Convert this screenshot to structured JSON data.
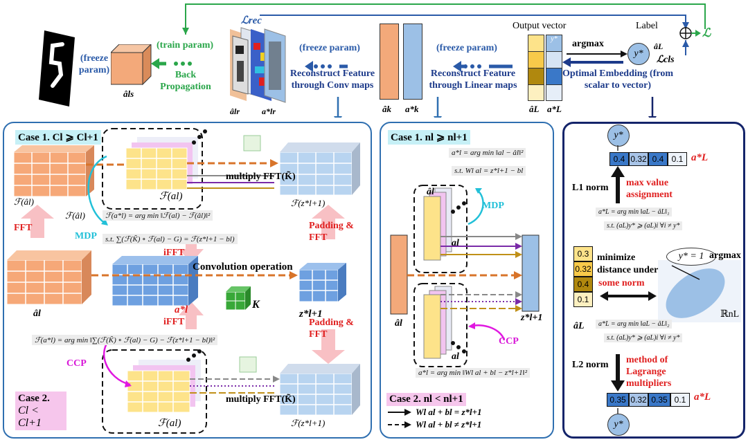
{
  "top": {
    "freeze_param_left": "(freeze param)",
    "train_param": "(train param)",
    "back_propagation": "Back Propagation",
    "freeze_param_mid": "(freeze param)",
    "reconstruct_conv": "Reconstruct Feature through Conv maps",
    "freeze_param_right": "(freeze param)",
    "reconstruct_linear": "Reconstruct Feature through Linear maps",
    "output_vector": "Output vector",
    "label": "Label",
    "argmax": "argmax",
    "optimal_embedding": "Optimal Embedding (from scalar to vector)",
    "l_rec": "ℒrec",
    "l_cls": "ℒcls",
    "l_total": "ℒ",
    "y_star": "y*",
    "a_ls": "âls",
    "a_lr": "âlr",
    "a_lr_star": "a*lr",
    "a_k": "âk",
    "a_k_star": "a*k",
    "a_L": "âL",
    "a_L_star": "a*L",
    "a_L_hat_small": "âL"
  },
  "left_panel": {
    "case1": "Case 1. Cl ⩾ Cl+1",
    "case2_line1": "Case 2.",
    "case2_line2": "Cl < Cl+1",
    "multiply_fft": "multiply FFT(K̃)",
    "multiply_fft_2": "multiply FFT(K̃)",
    "F_a_hat_top": "ℱ(âl)",
    "F_a_hat_mid": "ℱ(âl)",
    "F_a_l": "ℱ(al)",
    "F_a_l_2": "ℱ(al)",
    "F_z_top": "ℱ(z*l+1)",
    "F_z_bottom": "ℱ(z*l+1)",
    "fft": "FFT",
    "mdp": "MDP",
    "ccp": "CCP",
    "ifft_1": "iFFT",
    "ifft_2": "iFFT",
    "padding_fft_1": "Padding & FFT",
    "padding_fft_2": "Padding & FFT",
    "conv_operation": "Convolution operation",
    "K": "K",
    "a_hat_l": "âl",
    "a_star_l": "a*l",
    "z_star": "z*l+1",
    "formula_1a": "ℱ(a*l) = arg min ‖ℱ(al) − ℱ(âl)‖²",
    "formula_1b": "s.t.  ∑(ℱ(K̃) ∘ ℱ(al) − G) = ℱ(z*l+1 − bl)",
    "formula_2": "ℱ(a*l) = arg min ‖∑(ℱ(K̃) ∘ ℱ(al) − G) − ℱ(z*l+1 − bl)‖²"
  },
  "mid_panel": {
    "case1": "Case 1.  nl ⩾ nl+1",
    "case2": "Case 2. nl < nl+1",
    "formula_1a": "a*l = arg min ‖al − âl‖²",
    "formula_1b": "s.t. Wl al = z*l+1 − bl",
    "formula_2": "a*l = arg min ‖Wl al + bl − z*l+1‖²",
    "mdp": "MDP",
    "ccp": "CCP",
    "a_hat_l_top": "âl",
    "a_l_top": "al",
    "a_l_bottom": "al",
    "a_hat_l_left": "âl",
    "z_star": "z*l+1",
    "legend_solid": "Wl al + bl = z*l+1",
    "legend_dashed": "Wl al + bl ≠ z*l+1"
  },
  "right_panel": {
    "y_star_top": "y*",
    "y_star_bottom": "y*",
    "vec_top": [
      "0.4",
      "0.32",
      "0.4",
      "0.1"
    ],
    "vec_bottom": [
      "0.35",
      "0.32",
      "0.35",
      "0.1"
    ],
    "a_L_star_top": "a*L",
    "a_L_star_bottom": "a*L",
    "l1_norm": "L1 norm",
    "l2_norm": "L2 norm",
    "max_value_assignment": "max value assignment",
    "formula_l1a": "a*L = arg min ‖aL − âL‖₁",
    "formula_l1b": "s.t. (aL)y* ⩾ (aL)i   ∀i ≠ y*",
    "formula_l2a": "a*L = arg min ‖aL − âL‖₂",
    "formula_l2b": "s.t. (aL)y* ⩾ (aL)i   ∀i ≠ y*",
    "vert_vec": [
      "0.3",
      "0.32",
      "0.4",
      "0.1"
    ],
    "minimize": "minimize distance under",
    "some_norm": "some norm",
    "argmax": "argmax",
    "y_eq_1": "y* = 1",
    "R_nL": "ℝnL",
    "a_hat_L": "âL",
    "lagrange": "method of Lagrange multipliers"
  },
  "colors": {
    "green": "#2aa64a",
    "blue": "#2a5aa8",
    "navy": "#1c3a8a",
    "red": "#e02020",
    "orange": "#f0a070",
    "light_blue": "#9cc0e6",
    "yellow": "#fde38a",
    "panel_border_blue": "#2f6fb0",
    "panel_border_navy": "#14246a"
  }
}
